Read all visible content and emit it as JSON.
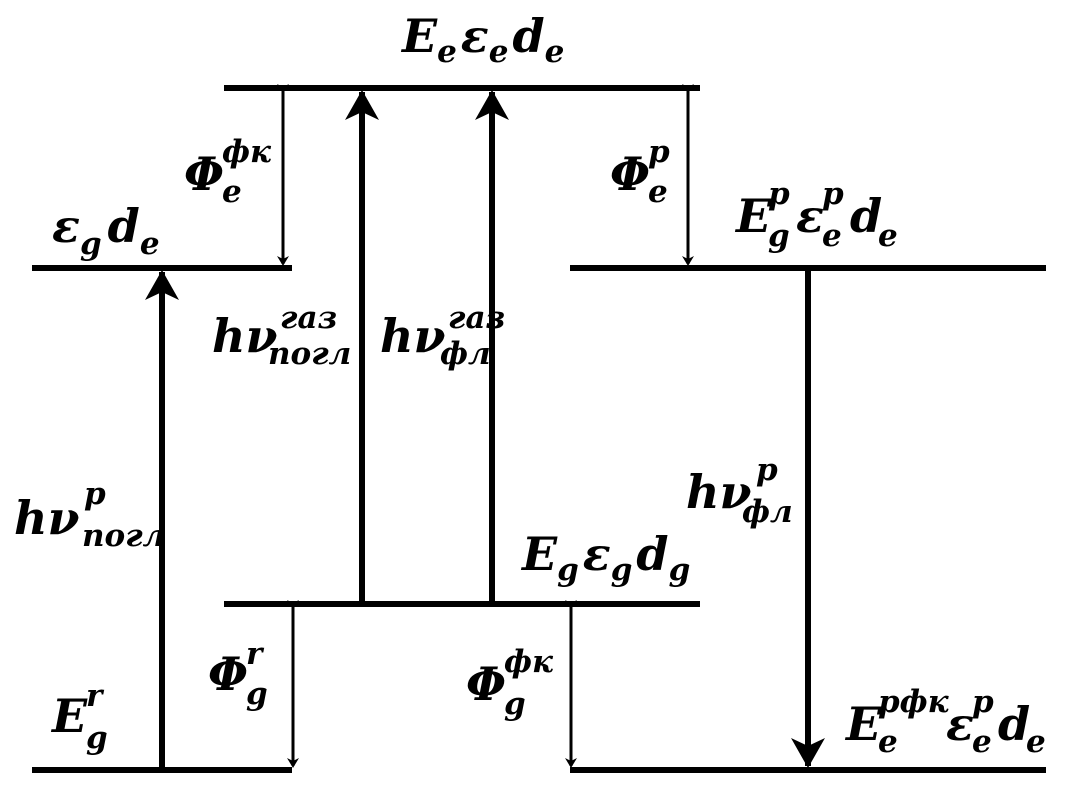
{
  "colors": {
    "line": "#000000",
    "background": "#ffffff"
  },
  "labels": {
    "top": {
      "E": "E",
      "E_sub": "e",
      "eps": "ε",
      "eps_sub": "e",
      "d": "d",
      "d_sub": "e"
    },
    "left_level": {
      "eps": "ε",
      "eps_sub": "g",
      "d": "d",
      "d_sub": "e"
    },
    "right_upper": {
      "E": "E",
      "E_sup": "p",
      "E_sub": "g",
      "eps": "ε",
      "eps_sup": "p",
      "eps_sub": "e",
      "d": "d",
      "d_sub": "e"
    },
    "mid": {
      "E": "E",
      "E_sub": "g",
      "eps": "ε",
      "eps_sub": "g",
      "d": "d",
      "d_sub": "g"
    },
    "bottom_left": {
      "E": "E",
      "E_sup": "r",
      "E_sub": "g"
    },
    "bottom_right": {
      "E": "E",
      "E_sup": "pфк",
      "E_sub": "e",
      "eps": "ε",
      "eps_sup": "p",
      "eps_sub": "e",
      "d": "d",
      "d_sub": "e"
    },
    "phi_e_fk": {
      "main": "Φ",
      "sup": "фк",
      "sub": "e"
    },
    "phi_e_p": {
      "main": "Φ",
      "sup": "p",
      "sub": "e"
    },
    "phi_g_r": {
      "main": "Φ",
      "sup": "r",
      "sub": "g"
    },
    "phi_g_fk": {
      "main": "Φ",
      "sup": "фк",
      "sub": "g"
    },
    "hv_abs_p": {
      "main": "hν",
      "sup": "p",
      "sub": "погл"
    },
    "hv_abs_gas": {
      "main": "hν",
      "sup": "газ",
      "sub": "погл"
    },
    "hv_fl_gas": {
      "main": "hν",
      "sup": "газ",
      "sub": "фл"
    },
    "hv_fl_p": {
      "main": "hν",
      "sup": "p",
      "sub": "фл"
    }
  }
}
